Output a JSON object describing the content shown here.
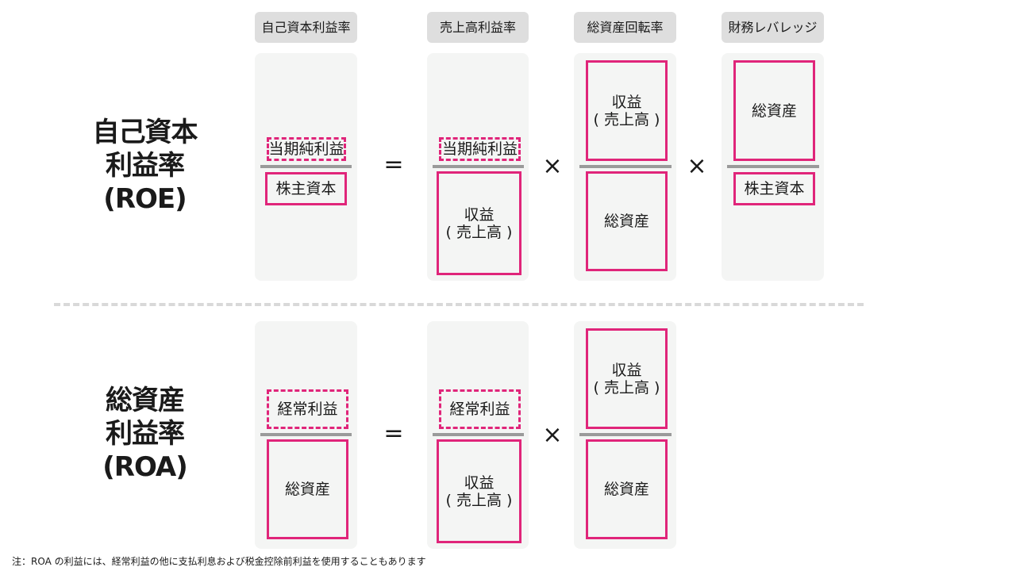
{
  "headers": {
    "roe": "自己資本利益率",
    "ros": "売上高利益率",
    "turnover": "総資産回転率",
    "leverage": "財務レバレッジ"
  },
  "roe_row": {
    "label_line1": "自己資本",
    "label_line2": "利益率",
    "label_line3": "(ROE)",
    "f1_num": "当期純利益",
    "f1_den": "株主資本",
    "eq": "=",
    "f2_num": "当期純利益",
    "f2_den_line1": "収益",
    "f2_den_line2": "( 売上高 )",
    "times1": "×",
    "f3_num_line1": "収益",
    "f3_num_line2": "( 売上高 )",
    "f3_den": "総資産",
    "times2": "×",
    "f4_num": "総資産",
    "f4_den": "株主資本"
  },
  "roa_row": {
    "label_line1": "総資産",
    "label_line2": "利益率",
    "label_line3": "(ROA)",
    "f1_num": "経常利益",
    "f1_den": "総資産",
    "eq": "=",
    "f2_num": "経常利益",
    "f2_den_line1": "収益",
    "f2_den_line2": "( 売上高 )",
    "times1": "×",
    "f3_num_line1": "収益",
    "f3_num_line2": "( 売上高 )",
    "f3_den": "総資産"
  },
  "footnote": "注：ROA の利益には、経常利益の他に支払利息および税金控除前利益を使用することもあります",
  "colors": {
    "accent": "#e0257a",
    "panel": "#f4f5f4",
    "header": "#dedede",
    "bar": "#9a9a9a",
    "divider": "#d9d9d9"
  }
}
